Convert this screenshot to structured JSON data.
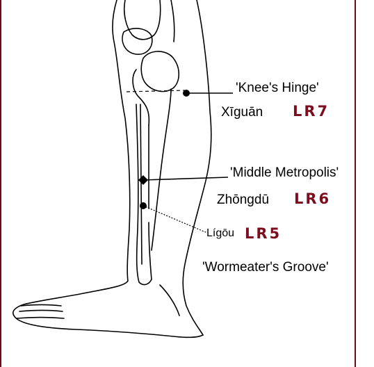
{
  "points": [
    {
      "english": "'Knee's Hinge'",
      "pinyin": "Xīguān",
      "code": "LR7"
    },
    {
      "english": "'Middle Metropolis'",
      "pinyin": "Zhōngdū",
      "code": "LR6"
    },
    {
      "english": "'Wormeater's Groove'",
      "pinyin": "Lígōu",
      "code": "LR5"
    }
  ],
  "colors": {
    "code": "#7a0d1e",
    "frame": "#6d0a18",
    "line": "#000000"
  }
}
